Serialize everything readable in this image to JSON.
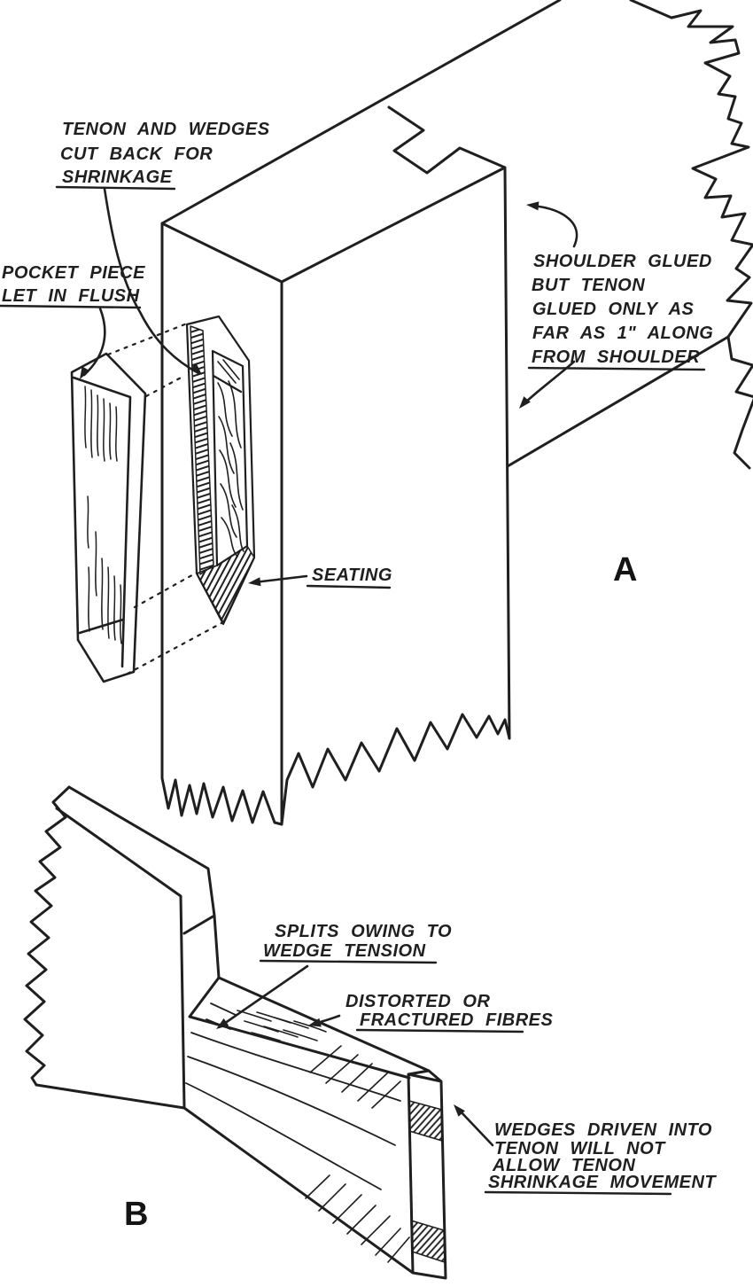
{
  "figure": {
    "background_color": "#ffffff",
    "ink_color": "#1f1f1f",
    "type": "woodworking joint illustration"
  },
  "diagram_a": {
    "designator": "A",
    "labels": {
      "tenon_wedges": {
        "lines": [
          "TENON AND WEDGES",
          "CUT BACK FOR",
          "SHRINKAGE"
        ],
        "underlined": "SHRINKAGE"
      },
      "pocket_piece": {
        "lines": [
          "POCKET PIECE",
          "LET IN FLUSH"
        ],
        "underlined": "LET IN FLUSH"
      },
      "shoulder_glued": {
        "lines": [
          "SHOULDER GLUED",
          "BUT TENON",
          "GLUED ONLY AS",
          "FAR AS 1\" ALONG",
          "FROM SHOULDER"
        ],
        "underlined": "FROM SHOULDER"
      },
      "seating": {
        "lines": [
          "SEATING"
        ],
        "underlined": "SEATING"
      }
    }
  },
  "diagram_b": {
    "designator": "B",
    "labels": {
      "splits": {
        "lines": [
          "SPLITS OWING TO",
          "WEDGE TENSION"
        ],
        "underlined": "WEDGE TENSION"
      },
      "distorted_fibres": {
        "lines": [
          "DISTORTED OR",
          "FRACTURED FIBRES"
        ],
        "underlined": "FRACTURED FIBRES"
      },
      "wedges_driven": {
        "lines": [
          "WEDGES DRIVEN INTO",
          "TENON WILL NOT",
          "ALLOW TENON",
          "SHRINKAGE MOVEMENT"
        ],
        "underlined": "SHRINKAGE MOVEMENT"
      }
    }
  }
}
